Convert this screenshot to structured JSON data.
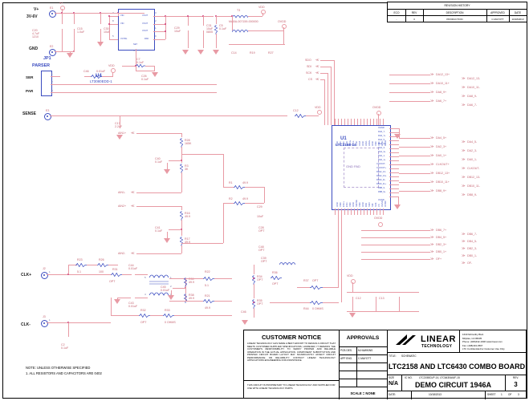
{
  "sheet": {
    "title": "LTC2158 AND LTC6430 COMBO BOARD",
    "doc_type": "SCHEMATIC",
    "demo_circuit": "DEMO CIRCUIT 1946A",
    "size": "N/A",
    "ic_no": "LTC2158CUP-14, LTC6430AIUF-15",
    "rev": "3",
    "date": "10/18/2013",
    "sheet_num": "1",
    "sheet_of": "3",
    "scale": "SCALE = NONE"
  },
  "revision_history": {
    "title": "REVISION HISTORY",
    "headers": [
      "ECO",
      "REV",
      "DESCRIPTION",
      "APPROVED",
      "DATE"
    ],
    "rows": [
      {
        "eco": "-",
        "rev": "3",
        "description": "PRODUCTION",
        "approved": "C.MAYOTT",
        "date": "10/18/2013"
      }
    ]
  },
  "title_block": {
    "notice_heading": "CUSTOMER NOTICE",
    "notice_body": "LINEAR TECHNOLOGY HAS MADE A BEST EFFORT TO DESIGN A CIRCUIT THAT MEETS CUSTOMER-SUPPLIED SPECIFICATIONS; HOWEVER, IT REMAINS THE CUSTOMER'S RESPONSIBILITY TO VERIFY PROPER AND RELIABLE OPERATION IN THE ACTUAL APPLICATION. COMPONENT SUBSTITUTION AND PRINTED CIRCUIT BOARD LAYOUT MAY SIGNIFICANTLY AFFECT CIRCUIT PERFORMANCE OR RELIABILITY. CONTACT LINEAR TECHNOLOGY APPLICATIONS ENGINEERING FOR ASSISTANCE.",
    "notice_footer": "THIS CIRCUIT IS PROPRIETARY TO LINEAR TECHNOLOGY AND SUPPLIED FOR USE WITH LINEAR TECHNOLOGY PARTS.",
    "approvals_heading": "APPROVALS",
    "pcb_des_label": "PCB DES.",
    "pcb_des_value": "M.HAWKINS",
    "app_eng_label": "APP ENG.",
    "app_eng_value": "C.MAYOTT",
    "title_label": "TITLE:",
    "size_label": "SIZE",
    "ic_label": "IC NO.",
    "rev_label": "REV.",
    "date_label": "DATE:",
    "sheet_label": "SHEET",
    "of_label": "OF",
    "company": "LINEAR",
    "company_sub": "TECHNOLOGY",
    "address": [
      "1630 McCarthy Blvd.",
      "Milpitas, CA 95035",
      "Phone: (408)432-1900    www.linear.com",
      "Fax: (408)434-0507",
      "LTC Confidential-For Customer Use Only"
    ]
  },
  "note": {
    "heading": "NOTE: UNLESS OTHERWISE SPECIFIED",
    "item1": "1.  ALL RESISTORS AND CAPACITORS ARE 0402"
  },
  "connectors": [
    {
      "ref": "E1",
      "label": "V+",
      "sub": "3V-6V"
    },
    {
      "ref": "E2",
      "label": "GND",
      "sub": ""
    },
    {
      "ref": "E3",
      "label": "SENSE",
      "sub": ""
    },
    {
      "ref": "J2",
      "label": "CLK+",
      "sub": ""
    },
    {
      "ref": "J3",
      "label": "CLK-",
      "sub": ""
    }
  ],
  "jumper": {
    "ref": "JP1",
    "name": "PARSER",
    "pins": [
      "SER",
      "PAR"
    ],
    "pin_numbers": [
      "1",
      "2",
      "3"
    ]
  },
  "ics": [
    {
      "ref": "U4",
      "part": "LT3080EDD-1",
      "left_pins": [
        {
          "n": "7",
          "name": "VIN"
        },
        {
          "n": "8",
          "name": "VIN"
        },
        {
          "n": "5",
          "name": "VCTRL"
        }
      ],
      "right_pins": [
        {
          "n": "3",
          "name": "VOUT"
        },
        {
          "n": "2",
          "name": "VOUT"
        },
        {
          "n": "1",
          "name": "VOUT"
        },
        {
          "n": "9",
          "name": "PAD"
        }
      ],
      "bottom_pin": {
        "n": "4",
        "name": "SET"
      }
    },
    {
      "ref": "U1",
      "part": "LTC2158-14",
      "pad": "GND PAD"
    }
  ],
  "power_nets": [
    "V+",
    "VDD",
    "OVDD"
  ],
  "gnd_net": "GND",
  "spi_ports": [
    "SDO",
    "SDI",
    "SCK",
    "CS"
  ],
  "analog_ports": [
    "AIN1+",
    "AIN1-",
    "AIN2+",
    "AIN2-"
  ],
  "output_ports_positive": [
    "DA12_13+",
    "DA10_11+",
    "DA8_9+",
    "DA6_7+",
    "DA4_5+",
    "DA2_3+",
    "DA0_1+",
    "CLKOUT+",
    "DB12_13+",
    "DB10_11+",
    "DB8_9+",
    "DB6_7+",
    "DB4_5+",
    "DB2_3+",
    "DB0_1+",
    "OF+"
  ],
  "output_ports_negative": [
    "DA12_13-",
    "DA10_11-",
    "DA8_9-",
    "DA6_7-",
    "DA4_5-",
    "DA2_3-",
    "DA0_1-",
    "CLKOUT-",
    "DB12_13-",
    "DB10_11-",
    "DB8_9-",
    "DB6_7-",
    "DB4_5-",
    "DB2_3-",
    "DB0_1-",
    "OF-"
  ],
  "components": [
    {
      "ref": "C20",
      "value": "4.7uF",
      "note": "1210"
    },
    {
      "ref": "C15",
      "value": "1.0uF",
      "note": ""
    },
    {
      "ref": "C30",
      "value": "10uF",
      "note": ""
    },
    {
      "ref": "C29",
      "value": "10uF",
      "note": ""
    },
    {
      "ref": "C31",
      "value": "10uF",
      "note": "0805"
    },
    {
      "ref": "C26",
      "value": "0.1uF",
      "note": ""
    },
    {
      "ref": "C17",
      "value": "2.2uF",
      "note": ""
    },
    {
      "ref": "C4",
      "value": "2.2uF",
      "note": ""
    },
    {
      "ref": "C40",
      "value": "0.1uF",
      "note": ""
    },
    {
      "ref": "C41",
      "value": "0.1uF",
      "note": ""
    },
    {
      "ref": "C2",
      "value": "0.1uF",
      "note": ""
    },
    {
      "ref": "C28",
      "value": "OPT",
      "note": ""
    },
    {
      "ref": "C48",
      "value": "OPT",
      "note": ""
    },
    {
      "ref": "C39",
      "value": "OPT",
      "note": ""
    },
    {
      "ref": "C44",
      "value": "0.01uF",
      "note": ""
    },
    {
      "ref": "C43",
      "value": "0.01uF",
      "note": ""
    },
    {
      "ref": "C45",
      "value": "0.01uF",
      "note": ""
    },
    {
      "ref": "C46",
      "value": "0.01uF",
      "note": ""
    },
    {
      "ref": "C5",
      "value": "0.1uF",
      "note": ""
    },
    {
      "ref": "C7",
      "value": "0.1uF",
      "note": ""
    },
    {
      "ref": "C12",
      "value": "",
      "note": ""
    },
    {
      "ref": "C13",
      "value": "",
      "note": ""
    },
    {
      "ref": "C14",
      "value": "",
      "note": ""
    },
    {
      "ref": "R19",
      "value": "1K",
      "note": ""
    },
    {
      "ref": "R27",
      "value": "3K",
      "note": ""
    },
    {
      "ref": "R28",
      "value": "165K",
      "note": ""
    },
    {
      "ref": "R3",
      "value": "3K",
      "note": ""
    },
    {
      "ref": "R16",
      "value": "49.9",
      "note": ""
    },
    {
      "ref": "R17",
      "value": "49.9",
      "note": ""
    },
    {
      "ref": "R1",
      "value": "49.9",
      "note": ""
    },
    {
      "ref": "R2",
      "value": "49.9",
      "note": ""
    },
    {
      "ref": "R38",
      "value": "49.9",
      "note": ""
    },
    {
      "ref": "R39",
      "value": "49.9",
      "note": ""
    },
    {
      "ref": "R20",
      "value": "49.9",
      "note": ""
    },
    {
      "ref": "R21",
      "value": "49.9",
      "note": ""
    },
    {
      "ref": "R22",
      "value": "5.1",
      "note": ""
    },
    {
      "ref": "R23",
      "value": "5.1",
      "note": ""
    },
    {
      "ref": "R26",
      "value": "100",
      "note": ""
    },
    {
      "ref": "R31",
      "value": "OPT",
      "note": ""
    },
    {
      "ref": "R32",
      "value": "OPT",
      "note": ""
    },
    {
      "ref": "R33",
      "value": "0 OHMS",
      "note": ""
    },
    {
      "ref": "R34",
      "value": "OPT",
      "note": ""
    },
    {
      "ref": "R35",
      "value": "OPT",
      "note": ""
    },
    {
      "ref": "R36",
      "value": "OPT",
      "note": ""
    },
    {
      "ref": "R37",
      "value": "OPT",
      "note": ""
    },
    {
      "ref": "R44",
      "value": "0 OHMS",
      "note": ""
    },
    {
      "ref": "R45",
      "value": "0 OHMS",
      "note": ""
    },
    {
      "ref": "L6",
      "value": "0 OHM RES.",
      "note": ""
    },
    {
      "ref": "L5",
      "value": "FERRITE BEAD, 33 OHMS",
      "note": "1206"
    },
    {
      "ref": "L7",
      "value": "",
      "note": ""
    },
    {
      "ref": "T3",
      "value": "MABA-007159-000000",
      "note": ""
    }
  ],
  "u1_pins_top": [
    "GND",
    "VDD",
    "VDD",
    "GND",
    "AIN1+",
    "AIN1-",
    "GND",
    "VCM",
    "GND",
    "AIN2-",
    "AIN2+",
    "GND",
    "VDD",
    "VDD",
    "GND",
    "REFH"
  ],
  "u1_pins_bottom": [
    "GND",
    "VDD",
    "ENC+",
    "ENC-",
    "VDD",
    "GND",
    "SENSE",
    "VDD",
    "GND",
    "PAR",
    "SDO",
    "SDI",
    "SCK",
    "CS",
    "OGND",
    "OVDD"
  ],
  "u1_pins_right": [
    "OGND",
    "DA6_7-",
    "DA6_7+",
    "DA4_5-",
    "DA4_5+",
    "DA2_3-",
    "DA2_3+",
    "DA0_1-",
    "DA0_1+",
    "CLKOUT-",
    "CLKOUT+",
    "DB12_13-",
    "DB12_13+",
    "DB10_11-",
    "DB10_11+",
    "DB8_9-",
    "DB8_9+",
    "OGND"
  ]
}
